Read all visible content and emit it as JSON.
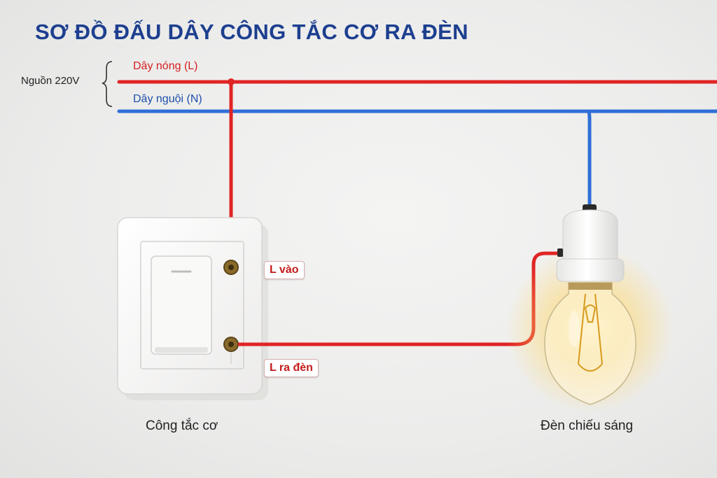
{
  "title": "SƠ ĐỒ ĐẤU DÂY CÔNG TẮC CƠ RA ĐÈN",
  "source_label": "Nguồn 220V",
  "wires": {
    "hot_label": "Dây nóng (L)",
    "neutral_label": "Dây nguội (N)",
    "hot_color": "#e02424",
    "neutral_color": "#2f6fd6"
  },
  "switch": {
    "terminal_in_label": "L vào",
    "terminal_out_label": "L ra đèn",
    "caption": "Công tắc cơ"
  },
  "lamp": {
    "caption": "Đèn chiếu sáng",
    "glow_color": "#ffd76a"
  }
}
